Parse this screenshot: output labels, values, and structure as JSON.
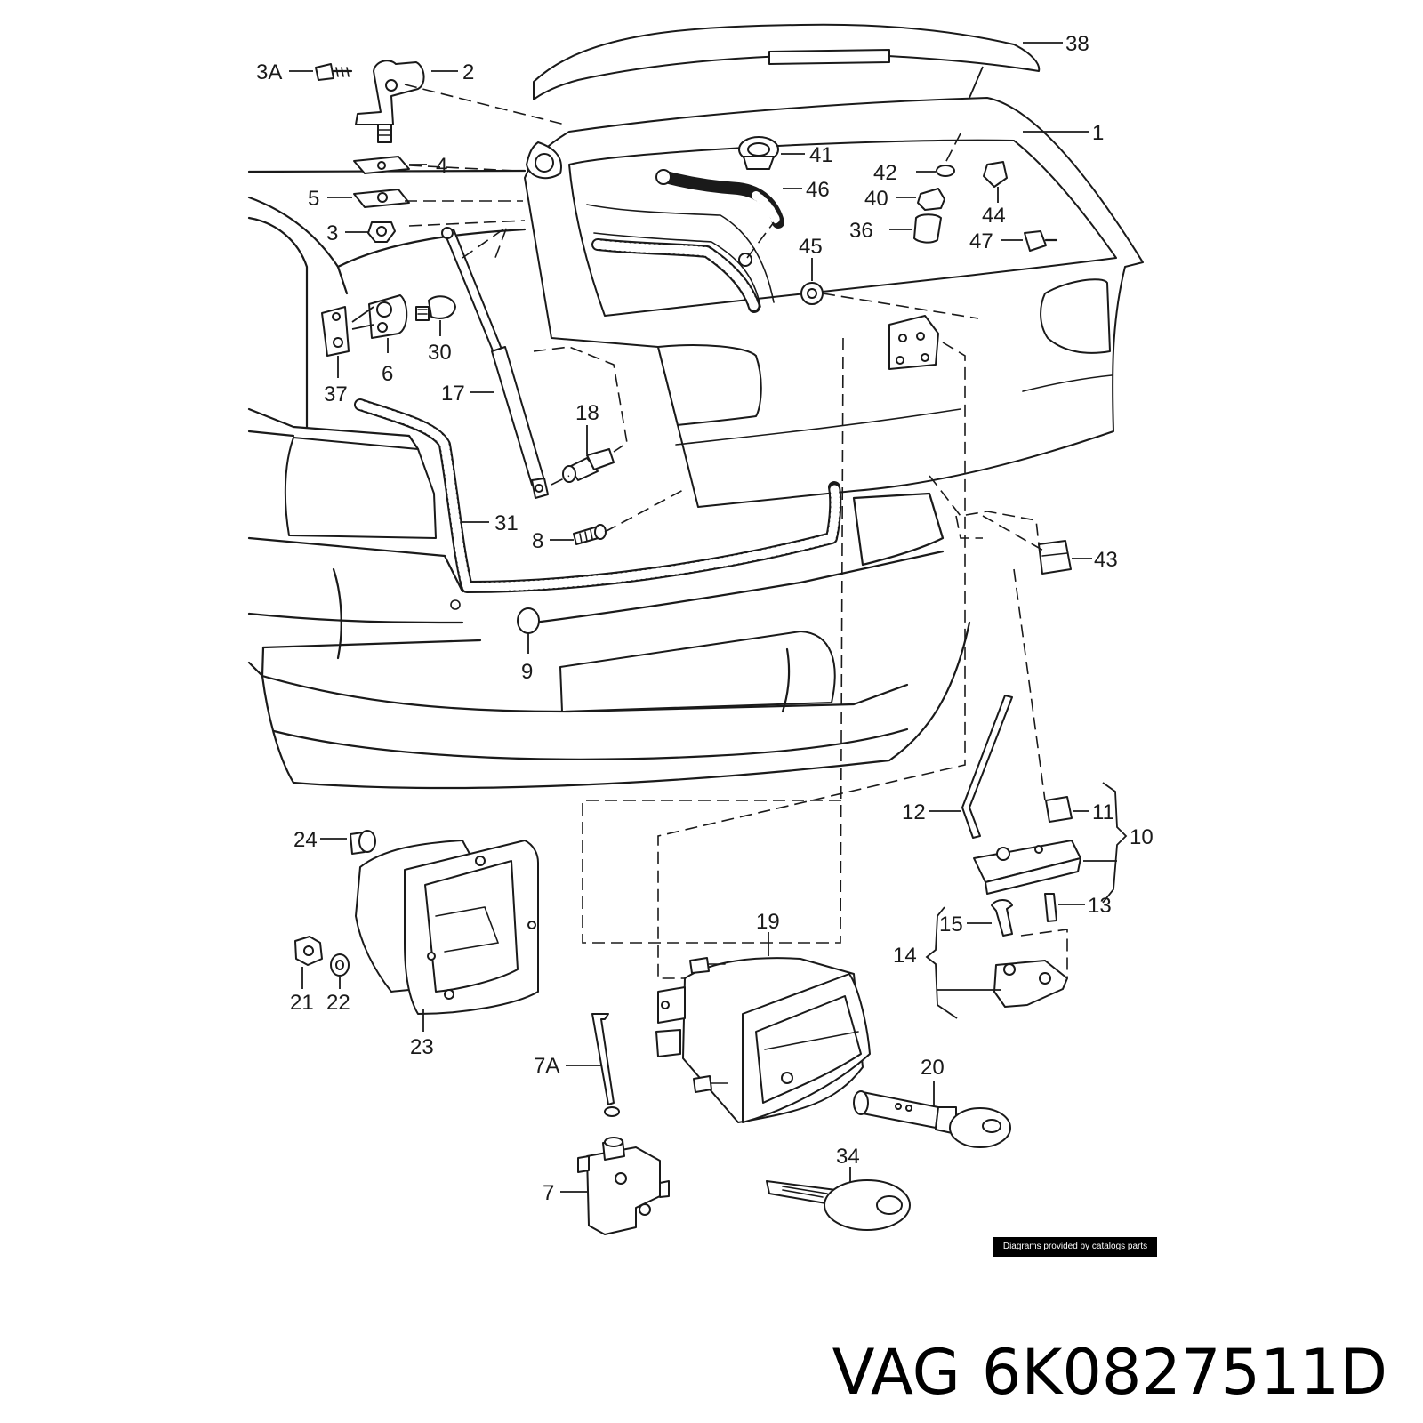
{
  "diagram": {
    "callouts": {
      "c38": "38",
      "c3a": "3A",
      "c2": "2",
      "c1": "1",
      "c41": "41",
      "c4": "4",
      "c42": "42",
      "c46": "46",
      "c44": "44",
      "c5": "5",
      "c40": "40",
      "c36": "36",
      "c47": "47",
      "c3": "3",
      "c45": "45",
      "c30": "30",
      "c6": "6",
      "c37": "37",
      "c17": "17",
      "c18": "18",
      "c31": "31",
      "c43": "43",
      "c8": "8",
      "c9": "9",
      "c12": "12",
      "c11": "11",
      "c10": "10",
      "c24": "24",
      "c13": "13",
      "c15": "15",
      "c19": "19",
      "c14": "14",
      "c21": "21",
      "c22": "22",
      "c23": "23",
      "c20": "20",
      "c7a": "7A",
      "c34": "34",
      "c7": "7"
    },
    "credit": "Diagrams provided by catalogs parts"
  },
  "caption": {
    "brand": "VAG",
    "part_number": "6K0827511D"
  }
}
